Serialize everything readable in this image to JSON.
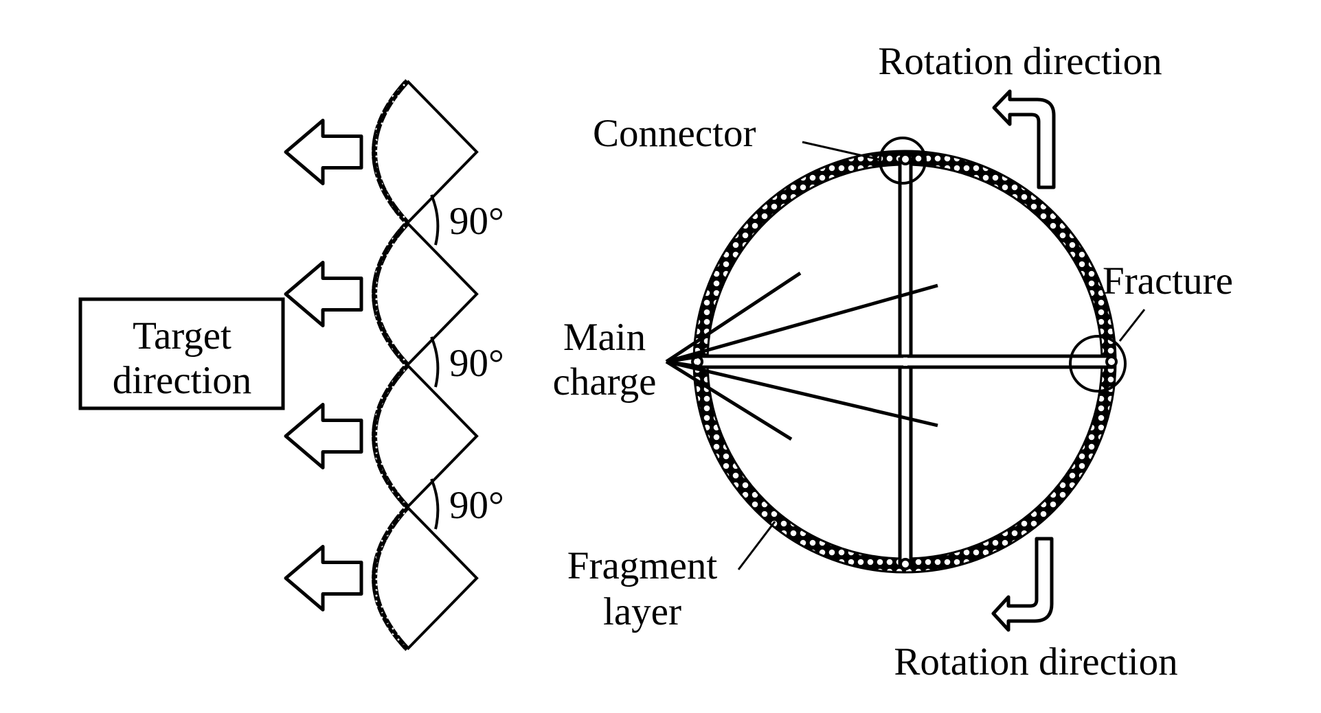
{
  "diagram": {
    "left_panel": {
      "target_box_lines": [
        "Target",
        "direction"
      ],
      "angle_labels": [
        "90°",
        "90°",
        "90°"
      ],
      "segment_count": 4,
      "arrow_count": 4
    },
    "right_panel": {
      "labels": {
        "rotation_top": "Rotation direction",
        "rotation_bottom": "Rotation direction",
        "connector": "Connector",
        "fracture": "Fracture",
        "main_charge_lines": [
          "Main",
          "charge"
        ],
        "fragment_layer_lines": [
          "Fragment",
          "layer"
        ]
      }
    },
    "colors": {
      "ink": "#000000",
      "background": "#ffffff"
    }
  }
}
